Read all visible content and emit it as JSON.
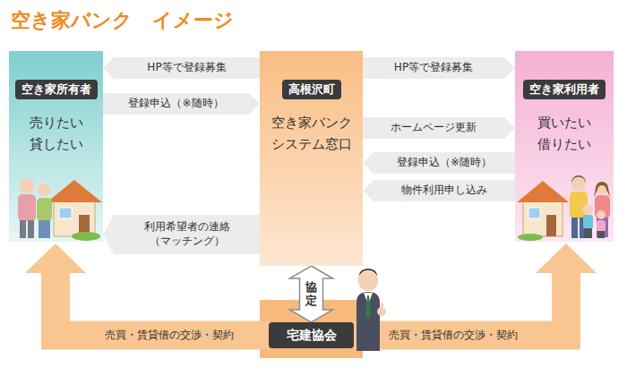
{
  "diagram": {
    "title": "空き家バンク　イメージ",
    "nodes": [
      {
        "text": [
          "空き家所有者",
          "売りたい 貸したい"
        ]
      },
      {
        "text": [
          "高根沢町",
          "空き家バンク システム窓口"
        ]
      },
      {
        "text": [
          "空き家利用者",
          "買いたい 借りたい"
        ]
      },
      {
        "text": [
          "宅建協会"
        ]
      }
    ],
    "edges": [
      {
        "from": 1,
        "to": 0,
        "label": "HP等で登録募集",
        "arrow": "to"
      },
      {
        "from": 0,
        "to": 1,
        "label": "登録申込（※随時）",
        "arrow": "to"
      },
      {
        "from": 1,
        "to": 0,
        "label": "利用希望者の連絡（マッチング）",
        "arrow": "to"
      },
      {
        "from": 1,
        "to": 2,
        "label": "HP等で登録募集",
        "arrow": "to"
      },
      {
        "from": 1,
        "to": 2,
        "label": "ホームページ更新",
        "arrow": "to"
      },
      {
        "from": 2,
        "to": 1,
        "label": "登録申込（※随時）",
        "arrow": "to"
      },
      {
        "from": 2,
        "to": 1,
        "label": "物件利用申し込み",
        "arrow": "to"
      },
      {
        "from": 1,
        "to": 3,
        "label": "協定",
        "arrow": "both"
      },
      {
        "from": 3,
        "to": 0,
        "label": "売買・賃貸借の交渉・契約",
        "arrow": "to"
      },
      {
        "from": 3,
        "to": 2,
        "label": "売買・賃貸借の交渉・契約",
        "arrow": "to"
      }
    ]
  }
}
